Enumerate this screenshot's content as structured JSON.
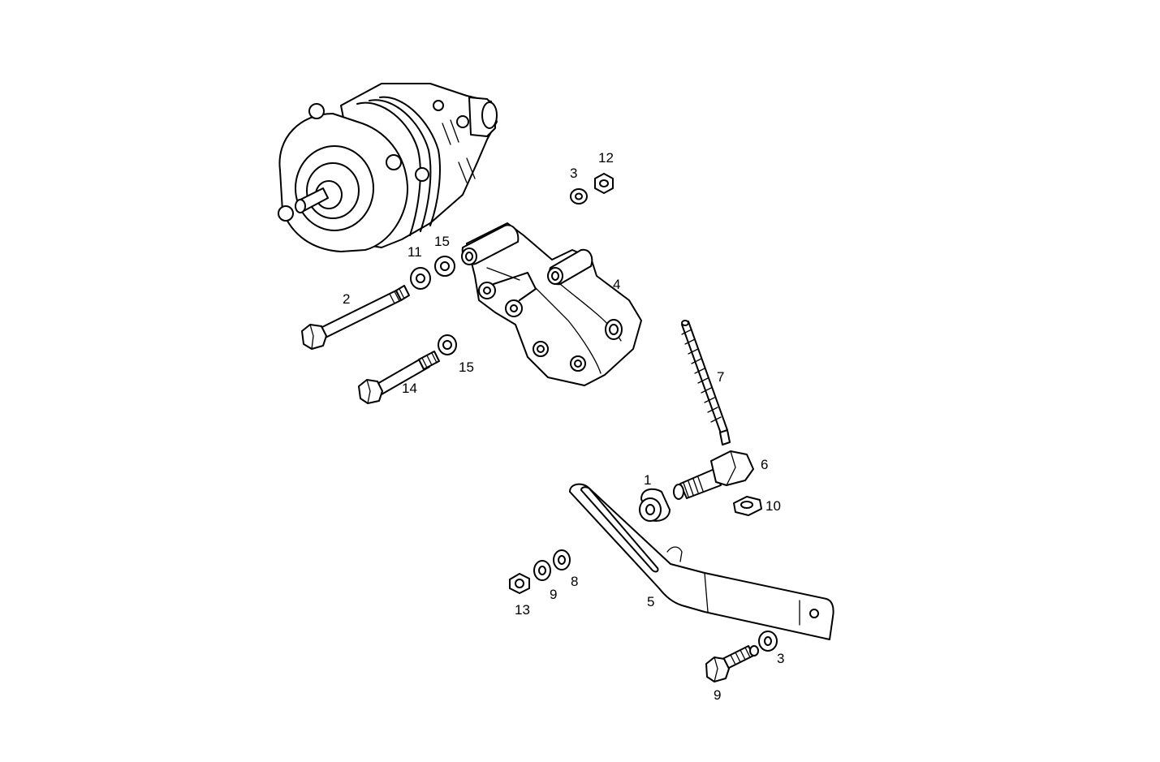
{
  "callouts": {
    "part_1": "1",
    "part_2": "2",
    "part_3_top": "3",
    "part_3_bottom": "3",
    "part_4": "4",
    "part_5": "5",
    "part_6": "6",
    "part_7": "7",
    "part_8": "8",
    "part_9_left": "9",
    "part_9_bottom": "9",
    "part_10": "10",
    "part_11": "11",
    "part_12": "12",
    "part_13": "13",
    "part_14": "14",
    "part_15_top": "15",
    "part_15_lower": "15"
  },
  "colors": {
    "line": "#000000",
    "background": "#ffffff"
  }
}
